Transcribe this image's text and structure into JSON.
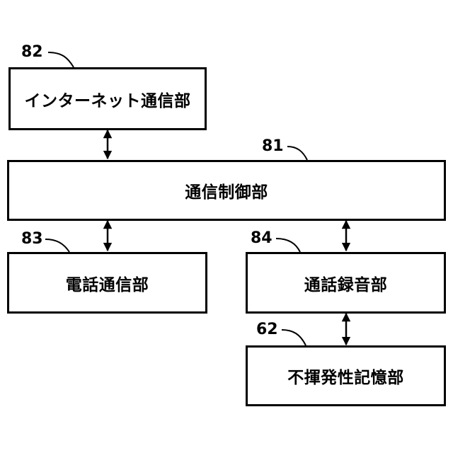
{
  "blocks": {
    "internet": {
      "ref": "82",
      "label": "インターネット通信部"
    },
    "control": {
      "ref": "81",
      "label": "通信制御部"
    },
    "phone": {
      "ref": "83",
      "label": "電話通信部"
    },
    "recorder": {
      "ref": "84",
      "label": "通話録音部"
    },
    "memory": {
      "ref": "62",
      "label": "不揮発性記憶部"
    }
  }
}
